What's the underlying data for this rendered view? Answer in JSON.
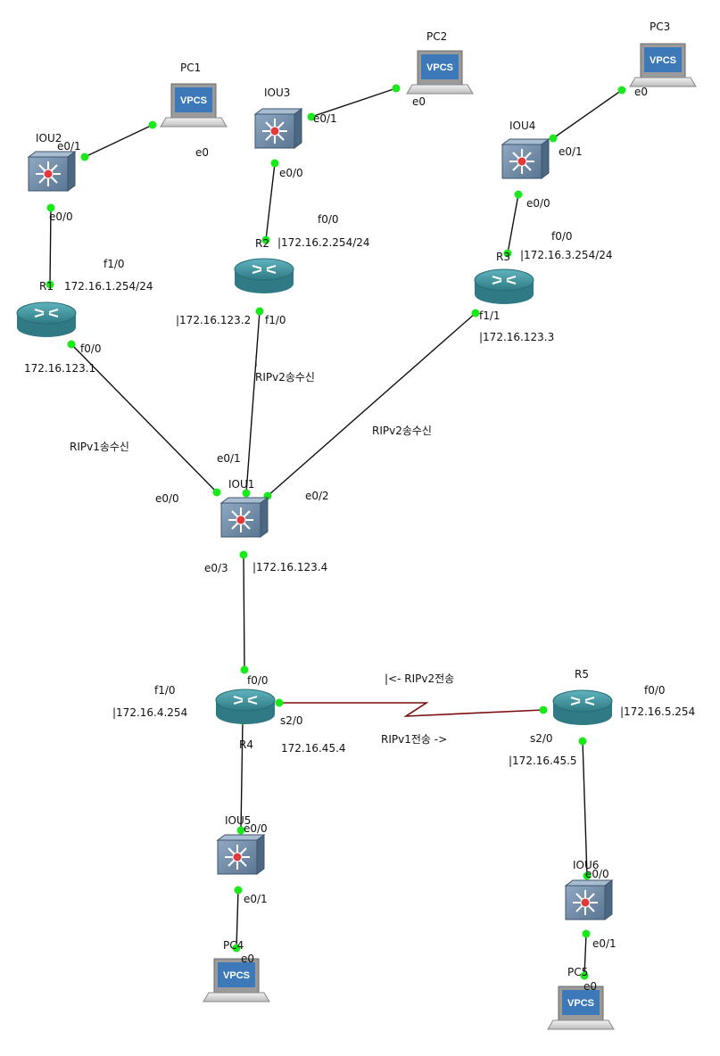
{
  "colors": {
    "link": "#111111",
    "serial_link": "#7a0d0d",
    "port_dot": "#19e819",
    "switch_body": "#6f8aa6",
    "router_body": "#3f8f99",
    "vpcs_screen": "#3d78b8"
  },
  "devices": {
    "pc1": {
      "name": "PC1",
      "badge": "VPCS",
      "icon": "vpcs-pc-icon"
    },
    "pc2": {
      "name": "PC2",
      "badge": "VPCS",
      "icon": "vpcs-pc-icon"
    },
    "pc3": {
      "name": "PC3",
      "badge": "VPCS",
      "icon": "vpcs-pc-icon"
    },
    "pc4": {
      "name": "PC4",
      "badge": "VPCS",
      "icon": "vpcs-pc-icon"
    },
    "pc5": {
      "name": "PC5",
      "badge": "VPCS",
      "icon": "vpcs-pc-icon"
    },
    "iou1": {
      "name": "IOU1",
      "icon": "multilayer-switch-icon"
    },
    "iou2": {
      "name": "IOU2",
      "icon": "multilayer-switch-icon"
    },
    "iou3": {
      "name": "IOU3",
      "icon": "multilayer-switch-icon"
    },
    "iou4": {
      "name": "IOU4",
      "icon": "multilayer-switch-icon"
    },
    "iou5": {
      "name": "IOU5",
      "icon": "multilayer-switch-icon"
    },
    "iou6": {
      "name": "IOU6",
      "icon": "multilayer-switch-icon"
    },
    "r1": {
      "name": "R1",
      "icon": "router-icon"
    },
    "r2": {
      "name": "R2",
      "icon": "router-icon"
    },
    "r3": {
      "name": "R3",
      "icon": "router-icon"
    },
    "r4": {
      "name": "R4",
      "icon": "router-icon"
    },
    "r5": {
      "name": "R5",
      "icon": "router-icon"
    }
  },
  "links": {
    "pc1_iou2": {
      "a": "PC1 e0",
      "b": "IOU2 e0/1"
    },
    "pc2_iou3": {
      "a": "PC2 e0",
      "b": "IOU3 e0/1"
    },
    "pc3_iou4": {
      "a": "PC3 e0",
      "b": "IOU4 e0/1"
    },
    "iou2_r1": {
      "a": "IOU2 e0/0",
      "b": "R1 f1/0"
    },
    "iou3_r2": {
      "a": "IOU3 e0/0",
      "b": "R2 f0/0"
    },
    "iou4_r3": {
      "a": "IOU4 e0/0",
      "b": "R3 f0/0"
    },
    "r1_iou1": {
      "a": "R1 f0/0",
      "b": "IOU1 e0/0"
    },
    "r2_iou1": {
      "a": "R2 f1/0",
      "b": "IOU1 e0/1"
    },
    "r3_iou1": {
      "a": "R3 f1/1",
      "b": "IOU1 e0/2"
    },
    "iou1_r4": {
      "a": "IOU1 e0/3",
      "b": "R4 f0/0"
    },
    "r4_r5": {
      "a": "R4 s2/0",
      "b": "R5 s2/0",
      "kind": "serial"
    },
    "r4_iou5": {
      "a": "R4 f1/0",
      "b": "IOU5 e0/0"
    },
    "iou5_pc4": {
      "a": "IOU5 e0/1",
      "b": "PC4 e0"
    },
    "r5_iou6": {
      "a": "R5 f0/0",
      "b": "IOU6 e0/0"
    },
    "iou6_pc5": {
      "a": "IOU6 e0/1",
      "b": "PC5 e0"
    }
  },
  "labels": {
    "pc1_e0": "e0",
    "iou2_e01": "e0/1",
    "iou2_e00": "e0/0",
    "r1_f10": "f1/0",
    "r1_ip_lan": "172.16.1.254/24",
    "r1_f00": "f0/0",
    "r1_ip_core": "172.16.123.1",
    "iou3_e01": "e0/1",
    "pc2_e0": "e0",
    "iou3_e00": "e0/0",
    "r2_f00": "f0/0",
    "r2_ip_lan": "|172.16.2.254/24",
    "r2_ip_core": "|172.16.123.2",
    "r2_f10": "f1/0",
    "r2_marker": "|",
    "pc3_e0": "e0",
    "iou4_e01": "e0/1",
    "iou4_e00": "e0/0",
    "r3_f00": "f0/0",
    "r3_ip_lan": "|172.16.3.254/24",
    "r3_f11": "f1/1",
    "r3_ip_core": "|172.16.123.3",
    "rip_r1": "RIPv1송수신",
    "rip_r2": "RIPv2송수신",
    "rip_r3": "RIPv2송수신",
    "iou1_e00": "e0/0",
    "iou1_e01": "e0/1",
    "iou1_e02": "e0/2",
    "iou1_e03": "e0/3",
    "iou1_ip": "|172.16.123.4",
    "r4_f00": "f0/0",
    "r4_f10": "f1/0",
    "r4_ip_lan": "|172.16.4.254",
    "r4_s20": "s2/0",
    "r4_ip_wan": "172.16.45.4",
    "rip_r5_to_r4": "|<- RIPv2전송",
    "rip_r4_to_r5": "RIPv1전송 ->",
    "r5_f00": "f0/0",
    "r5_ip_lan": "|172.16.5.254",
    "r5_s20": "s2/0",
    "r5_ip_wan": "|172.16.45.5",
    "iou5_e00": "e0/0",
    "iou5_e01": "e0/1",
    "pc4_e0": "e0",
    "iou6_e00": "e0/0",
    "iou6_e01": "e0/1",
    "pc5_e0": "e0"
  }
}
